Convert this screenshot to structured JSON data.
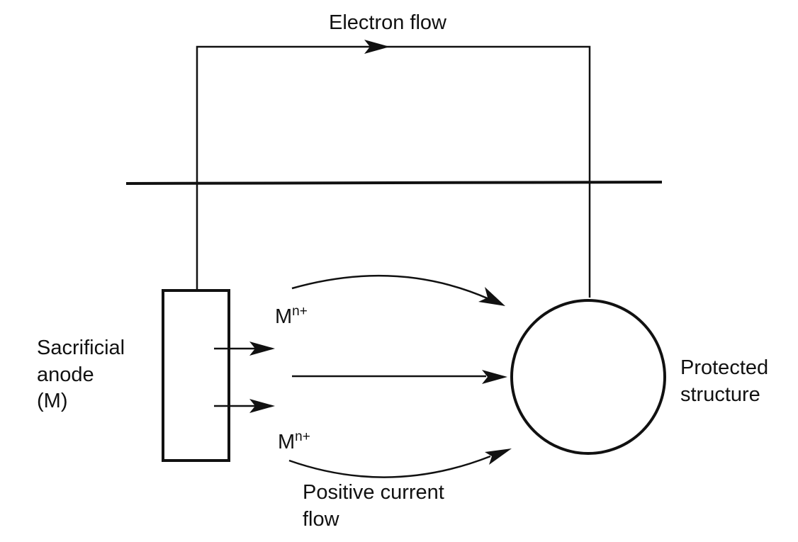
{
  "labels": {
    "electron_flow": "Electron flow",
    "anode_line1": "Sacrificial",
    "anode_line2": "anode",
    "anode_line3": "(M)",
    "structure_line1": "Protected",
    "structure_line2": "structure",
    "ion_upper_base": "M",
    "ion_upper_sup": "n+",
    "ion_lower_base": "M",
    "ion_lower_sup": "n+",
    "current_line1": "Positive current",
    "current_line2": "flow"
  },
  "colors": {
    "ink": "#111111",
    "background": "#ffffff"
  }
}
